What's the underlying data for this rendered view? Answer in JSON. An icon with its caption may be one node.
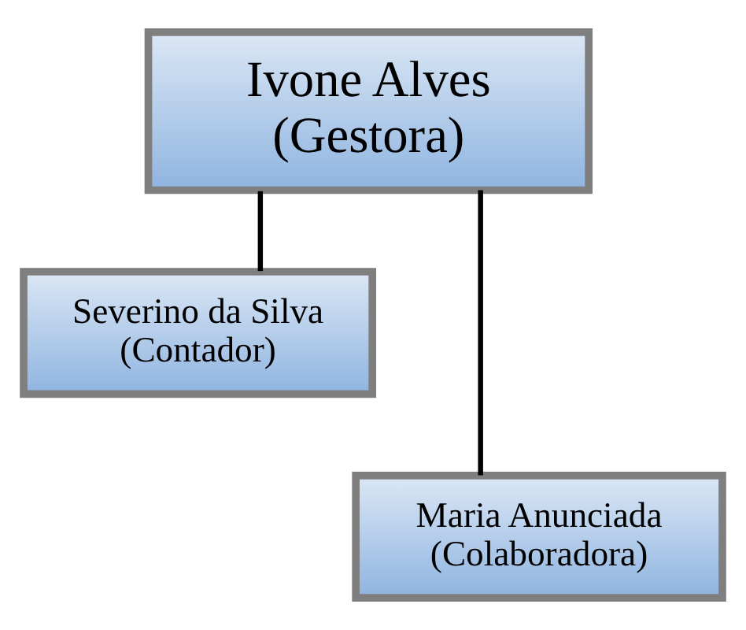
{
  "diagram": {
    "nodes": [
      {
        "text": [
          "Ivone Alves (Gestora)"
        ]
      },
      {
        "text": [
          "Severino da Silva (Contador)"
        ]
      },
      {
        "text": [
          "Maria Anunciada (Colaboradora)"
        ]
      }
    ],
    "edges": [
      {
        "from": 0,
        "to": 1,
        "arrow": "none"
      },
      {
        "from": 0,
        "to": 2,
        "arrow": "none"
      }
    ]
  }
}
